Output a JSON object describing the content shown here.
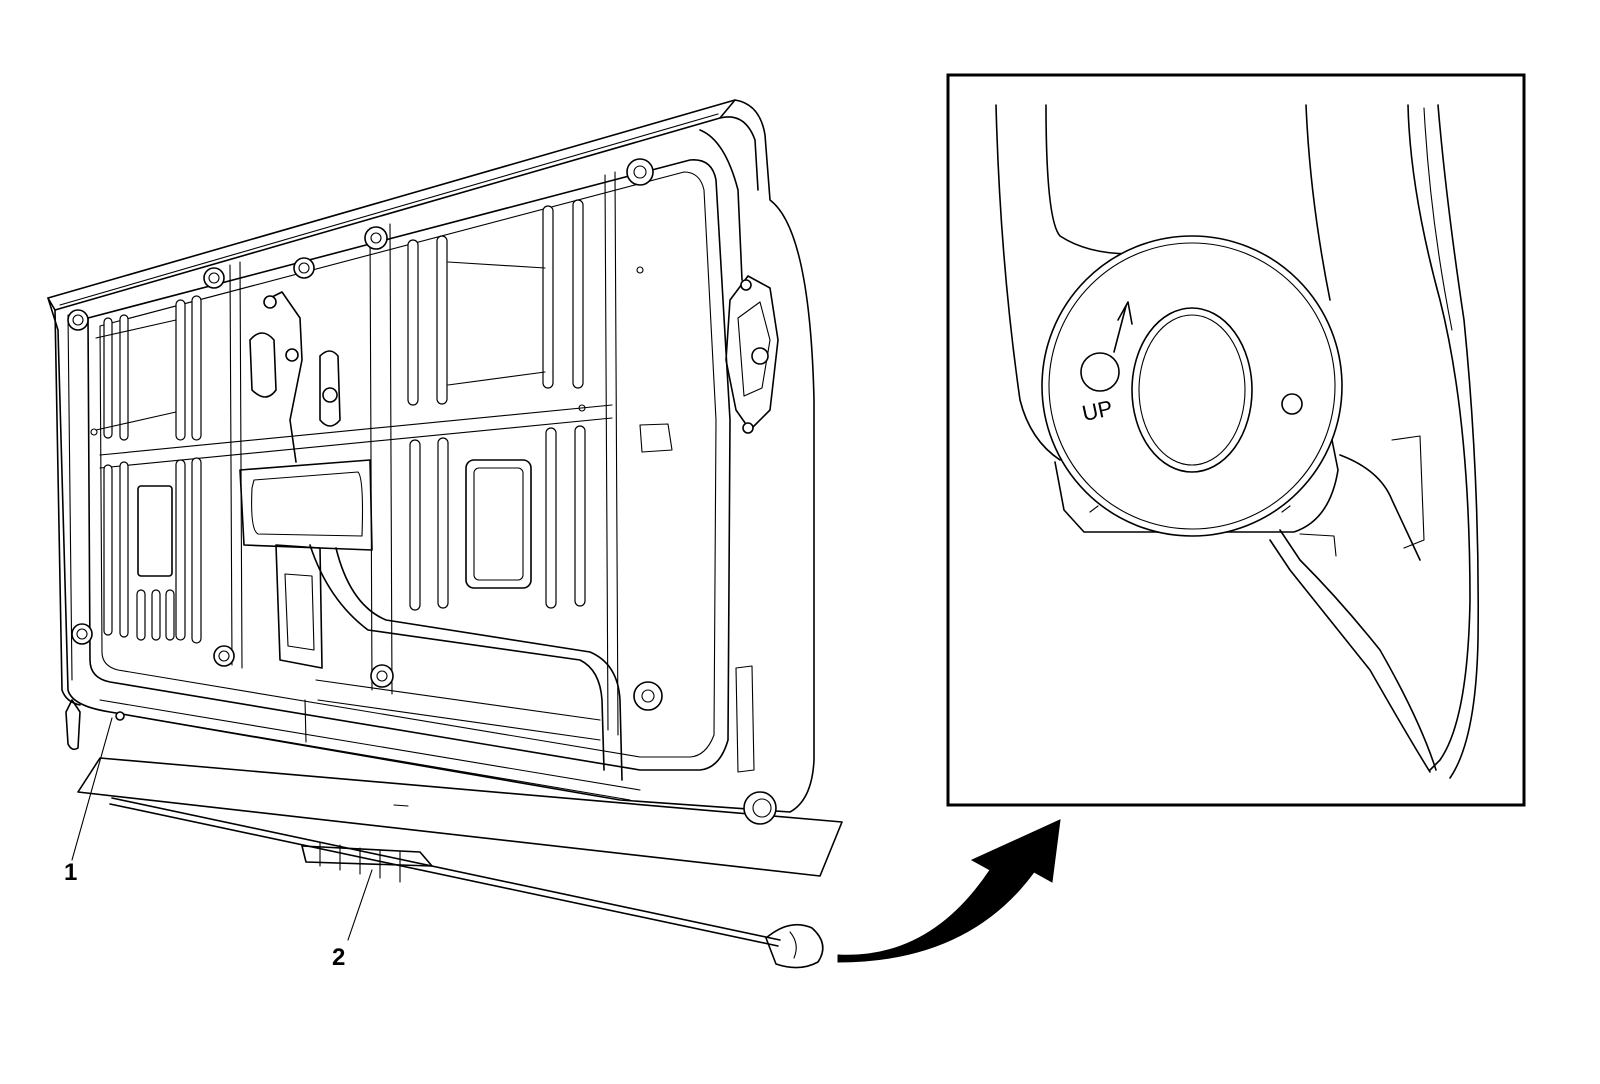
{
  "figure": {
    "callouts": [
      {
        "id": "1",
        "label": "1"
      },
      {
        "id": "2",
        "label": "2"
      }
    ],
    "detail_view": {
      "marking_text": "UP"
    },
    "icons": [
      "arrow-icon",
      "up-arrow-icon"
    ],
    "colors": {
      "line": "#000000",
      "background": "#ffffff"
    }
  }
}
